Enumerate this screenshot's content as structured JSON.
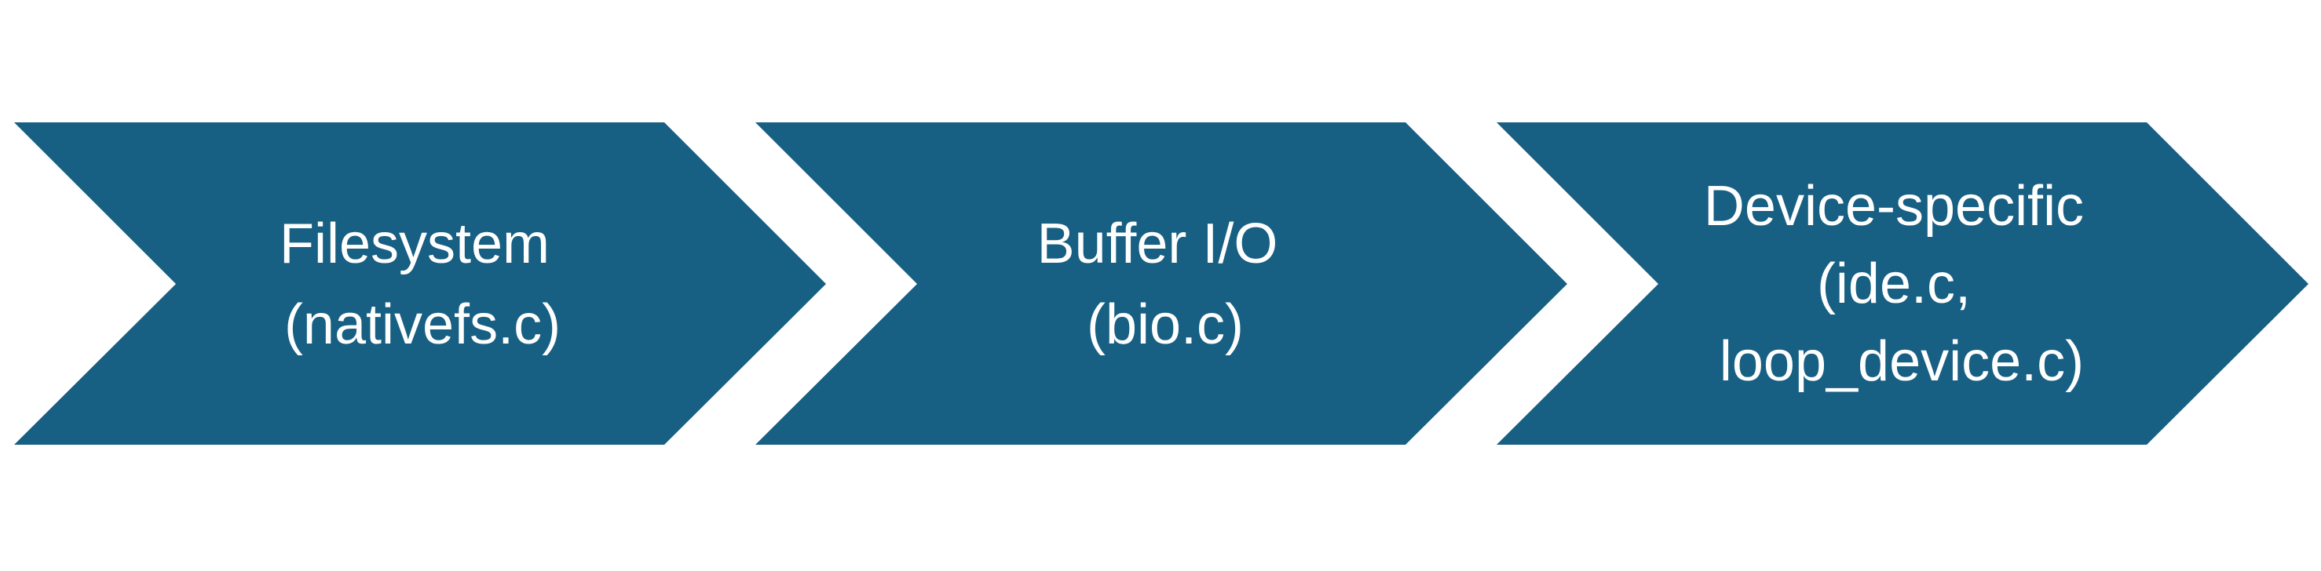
{
  "diagram": {
    "colors": {
      "chevron_fill": "#175f83",
      "text": "#ffffff",
      "background": "#ffffff"
    },
    "steps": [
      {
        "lines": [
          "Filesystem",
          "(nativefs.c)"
        ]
      },
      {
        "lines": [
          "Buffer I/O",
          "(bio.c)"
        ]
      },
      {
        "lines": [
          "Device-specific",
          "(ide.c,",
          "loop_device.c)"
        ]
      }
    ]
  }
}
